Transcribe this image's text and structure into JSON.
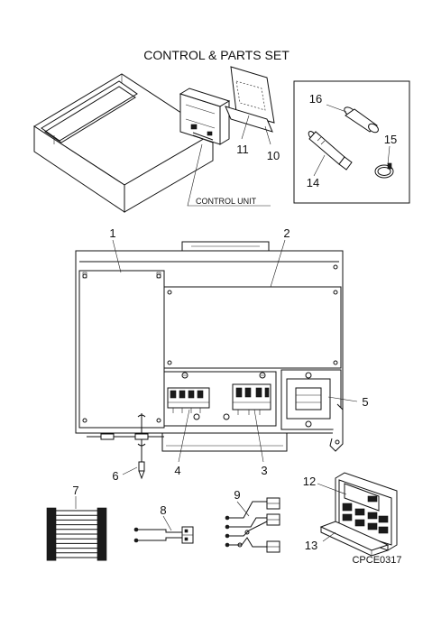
{
  "title": "CONTROL & PARTS SET",
  "control_unit_label": "CONTROL UNIT",
  "drawing_code": "CPCE0317",
  "callouts": {
    "p1": "1",
    "p2": "2",
    "p3": "3",
    "p4": "4",
    "p5": "5",
    "p6": "6",
    "p7": "7",
    "p8": "8",
    "p9": "9",
    "p10": "10",
    "p11": "11",
    "p12": "12",
    "p13": "13",
    "p14": "14",
    "p15": "15",
    "p16": "16"
  }
}
